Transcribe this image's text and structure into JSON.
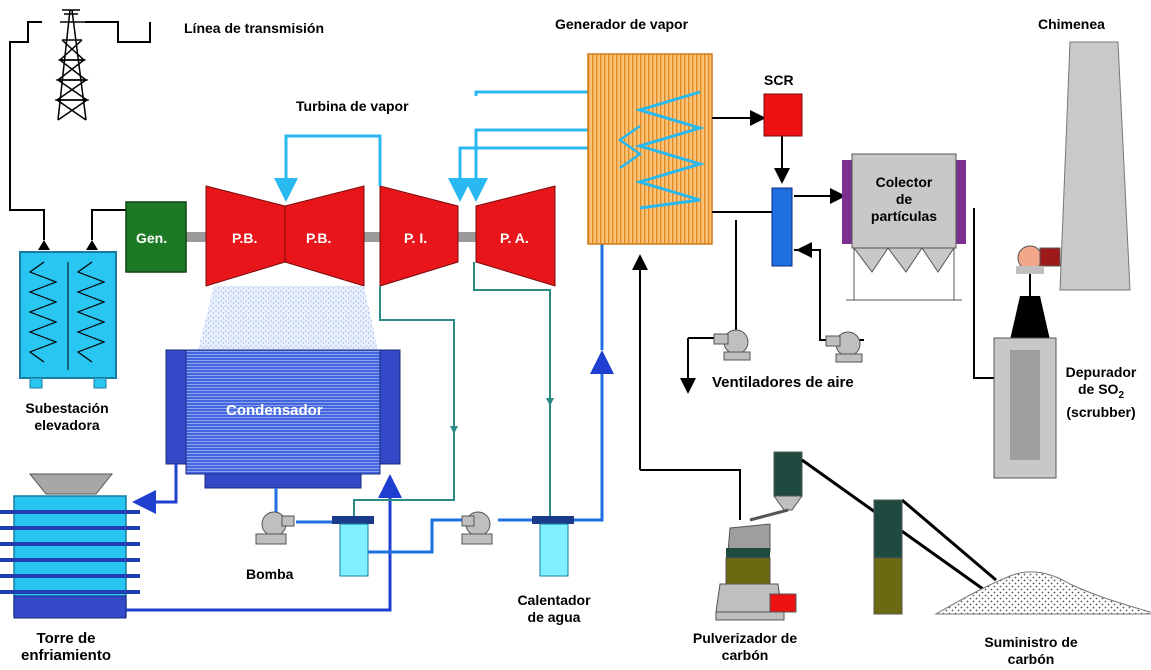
{
  "labels": {
    "transmission_line": "Línea de transmisión",
    "steam_generator": "Generador  de vapor",
    "scr": "SCR",
    "stack": "Chimenea",
    "steam_turbine": "Turbina de vapor",
    "generator": "Gen.",
    "turbine_lp1": "P.B.",
    "turbine_lp2": "P.B.",
    "turbine_ip": "P. I.",
    "turbine_hp": "P. A.",
    "particle_collector": [
      "Colector",
      "de",
      "partículas"
    ],
    "condenser": "Condensador",
    "substation": [
      "Subestación",
      "elevadora"
    ],
    "air_fans": "Ventiladores de aire",
    "scrubber": [
      "Depurador",
      "de SO",
      "2",
      "(scrubber)"
    ],
    "pump": "Bomba",
    "cooling_tower": [
      "Torre de",
      "enfriamiento"
    ],
    "water_heater": [
      "Calentador",
      "de agua"
    ],
    "pulverizer": [
      "Pulverizador de",
      "carbón"
    ],
    "coal_supply": [
      "Suministro  de",
      "carbón"
    ]
  },
  "colors": {
    "turbine": "#e8161b",
    "generator": "#1d7a24",
    "steam_pipe": "#29b8f0",
    "water_pipe": "#1f6fe0",
    "return_pipe": "#2a8a86",
    "condenser": "#3d5fd8",
    "boiler": "#f7b35a",
    "scr": "#ee1111",
    "collector": "#c8c8c8",
    "collector_frame": "#7b2f8e",
    "stack": "#c9c9c9"
  }
}
